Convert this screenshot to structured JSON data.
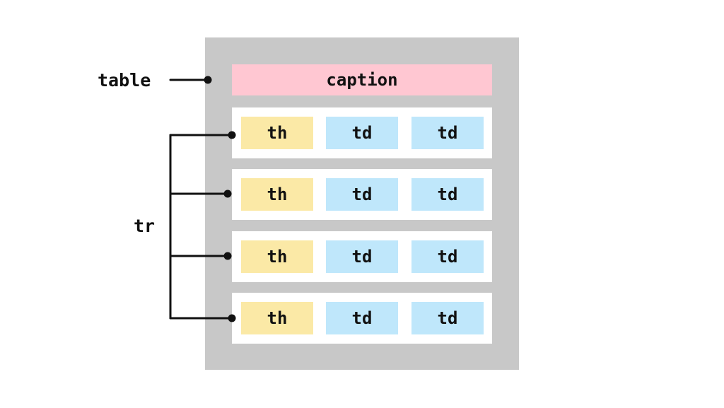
{
  "labels": {
    "table": "table",
    "tr": "tr"
  },
  "caption": "caption",
  "rows": [
    {
      "th": "th",
      "td1": "td",
      "td2": "td"
    },
    {
      "th": "th",
      "td1": "td",
      "td2": "td"
    },
    {
      "th": "th",
      "td1": "td",
      "td2": "td"
    },
    {
      "th": "th",
      "td1": "td",
      "td2": "td"
    }
  ],
  "colors": {
    "table_background": "#c8c8c8",
    "caption_background": "#ffc7d2",
    "row_background": "#ffffff",
    "th_background": "#fbe9a6",
    "td_background": "#bfe7fb",
    "connector": "#111111"
  }
}
